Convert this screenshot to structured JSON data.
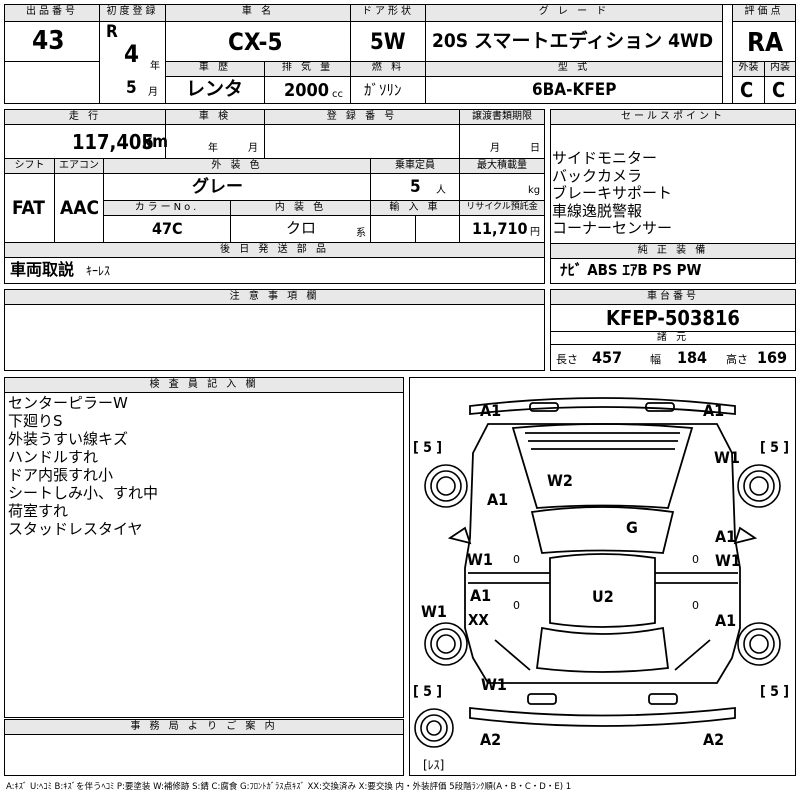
{
  "header": {
    "lot_label": "出品番号",
    "lot": "43",
    "reg_label": "初度登録",
    "era": "R",
    "reg_year": "4",
    "year_unit": "年",
    "reg_month": "5",
    "month_unit": "月",
    "name_label": "車 名",
    "name": "CX-5",
    "door_label": "ドア形状",
    "door": "5W",
    "grade_label": "グ レ ー ド",
    "grade": "20S スマートエディション 4WD",
    "score_label": "評価点",
    "score": "RA",
    "history_label": "車 歴",
    "history": "レンタ",
    "disp_label": "排 気 量",
    "disp": "2000",
    "disp_unit": "cc",
    "fuel_label": "燃 料",
    "fuel": "ｶﾞｿﾘﾝ",
    "model_label": "型 式",
    "model": "6BA-KFEP",
    "ext_label": "外装",
    "ext": "C",
    "int_label": "内装",
    "int": "C"
  },
  "row2": {
    "mileage_label": "走 行",
    "mileage": "117,405",
    "mileage_unit": "km",
    "inspection_label": "車 検",
    "insp_year_unit": "年",
    "insp_month_unit": "月",
    "regno_label": "登 録 番 号",
    "transfer_label": "譲渡書類期限",
    "tr_month_unit": "月",
    "tr_day_unit": "日",
    "shift_label": "シフト",
    "shift": "FAT",
    "ac_label": "エアコン",
    "ac": "AAC",
    "color_label": "外 装 色",
    "color": "グレー",
    "capacity_label": "乗車定員",
    "capacity": "5",
    "capacity_unit": "人",
    "load_label": "最大積載量",
    "load_unit": "kg",
    "colorno_label": "カラーNo.",
    "colorno": "47C",
    "intcolor_label": "内 装 色",
    "intcolor": "クロ",
    "intcolor_unit": "系",
    "import_label": "輸 入 車",
    "recycle_label": "リサイクル預託金",
    "recycle": "11,710",
    "recycle_unit": "円",
    "later_label": "後 日 発 送 部 品",
    "later_main": "車両取説",
    "later_sub": "ｷｰﾚｽ"
  },
  "sales": {
    "title": "セールスポイント",
    "items": [
      "サイドモニター",
      "バックカメラ",
      "ブレーキサポート",
      "車線逸脱警報",
      "コーナーセンサー"
    ]
  },
  "equip": {
    "title": "純 正 装 備",
    "value": "ﾅﾋﾞ ABS ｴｱB PS PW"
  },
  "notes": {
    "title": "注 意 事 項 欄"
  },
  "chassis": {
    "title": "車台番号",
    "value": "KFEP-503816",
    "dims_label": "諸 元",
    "len_label": "長さ",
    "len": "457",
    "wid_label": "幅",
    "wid": "184",
    "hgt_label": "高さ",
    "hgt": "169"
  },
  "inspector": {
    "title": "検 査 員 記 入 欄",
    "lines": [
      "センターピラーW",
      "下廻りS",
      "外装うすい線キズ",
      "ハンドルすれ",
      "ドア内張すれ小",
      "シートしみ小、すれ中",
      "荷室すれ",
      "スタッドレスタイヤ"
    ]
  },
  "office": {
    "title": "事 務 局 よ り ご 案 内"
  },
  "diagram": {
    "tl": "A1",
    "tr": "A1",
    "tire_fl": "[ 5 ]",
    "tire_fr": "[ 5 ]",
    "tire_rl": "[ 5 ]",
    "tire_rr": "[ 5 ]",
    "spare": "[ﾚｽ]",
    "w1_fr": "W1",
    "w2_hood": "W2",
    "a1_fl": "A1",
    "g_glass": "G",
    "a1_r1": "A1",
    "w1_r1": "W1",
    "w1_l1": "W1",
    "zero_l1": "0",
    "zero_r1": "0",
    "u2": "U2",
    "a1_l2": "A1",
    "xx_l2": "XX",
    "zero_l2": "0",
    "zero_r2": "0",
    "w1_lside": "W1",
    "a1_r2": "A1",
    "w1_rear": "W1",
    "bl": "A2",
    "br": "A2"
  },
  "legend": "A:ｷｽﾞ U:ﾍｺﾐ B:ｷｽﾞを伴うﾍｺﾐ P:要塗装 W:補修跡 S:錆 C:腐食 G:ﾌﾛﾝﾄｶﾞﾗｽ点ｷｽﾞ XX:交換済み X:要交換 内・外装評価 5段階ﾗﾝｸ順(A・B・C・D・E) 1"
}
